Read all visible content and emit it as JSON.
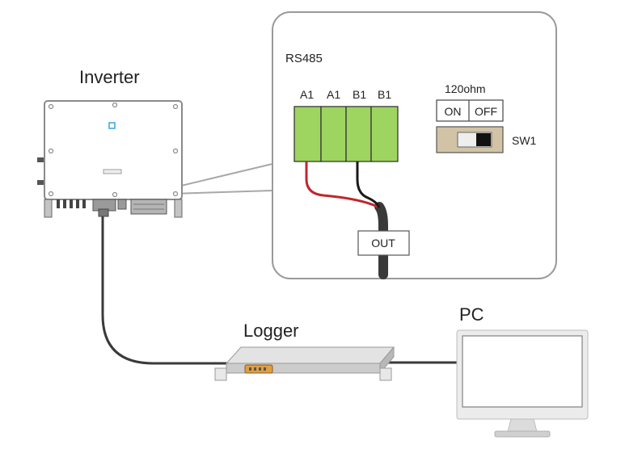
{
  "diagram": {
    "inverter_label": "Inverter",
    "logger_label": "Logger",
    "pc_label": "PC",
    "rs485_title": "RS485",
    "terminals": [
      "A1",
      "A1",
      "B1",
      "B1"
    ],
    "resistor_label": "120ohm",
    "switch_on_label": "ON",
    "switch_off_label": "OFF",
    "switch_name": "SW1",
    "out_label": "OUT",
    "colors": {
      "terminal_green": "#9ed561",
      "wire_red": "#c0272d",
      "wire_black": "#1a1a1a",
      "cable_gray": "#3a3a3a",
      "panel_border": "#9a9a9a",
      "switch_body": "#d2c3a6"
    }
  }
}
